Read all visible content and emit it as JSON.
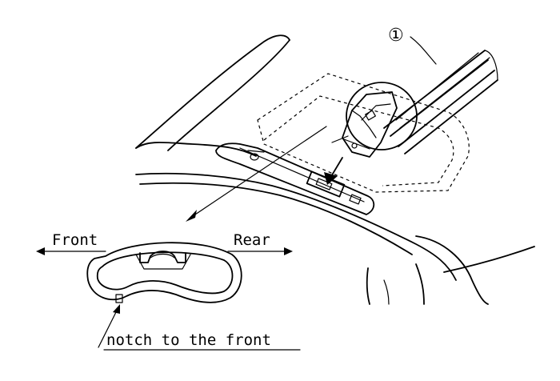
{
  "diagram": {
    "callout_number": "①",
    "labels": {
      "front": "Front",
      "rear": "Rear",
      "notch": "notch to the front"
    }
  },
  "colors": {
    "ink": "#000000",
    "paper": "#ffffff"
  }
}
